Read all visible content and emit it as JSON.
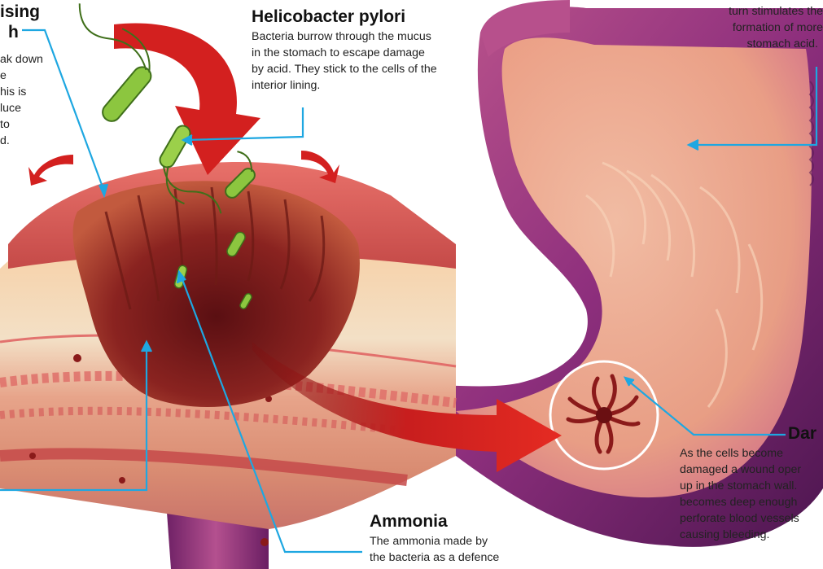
{
  "labels": {
    "raising": {
      "title_lines": [
        "ising",
        "h"
      ],
      "body_lines": [
        "ak down",
        "e",
        "his is",
        "luce",
        "to",
        "",
        "d."
      ]
    },
    "helicobacter": {
      "title": "Helicobacter pylori",
      "body_lines": [
        "Bacteria burrow through the mucus",
        "in the stomach to escape damage",
        "by acid. They stick to the cells of the",
        "interior lining."
      ]
    },
    "acid": {
      "body_lines": [
        "turn stimulates the",
        "formation of more",
        "stomach acid."
      ]
    },
    "damage": {
      "title": "Dar",
      "body_lines": [
        "As the cells become",
        "damaged a wound oper",
        "up in the stomach wall.",
        "becomes deep enough",
        "perforate blood vessels",
        "causing bleeding."
      ]
    },
    "ammonia": {
      "title": "Ammonia",
      "body_lines": [
        "The ammonia made by",
        "the bacteria as a defence"
      ]
    }
  },
  "colors": {
    "leader_line": "#1ea7e1",
    "arrow_red": "#d3201f",
    "stomach_purple": "#7a2a6e",
    "tissue_pink": "#f2a98a",
    "ulcer_dark": "#7a1616",
    "bacteria_green": "#8cc63f"
  }
}
